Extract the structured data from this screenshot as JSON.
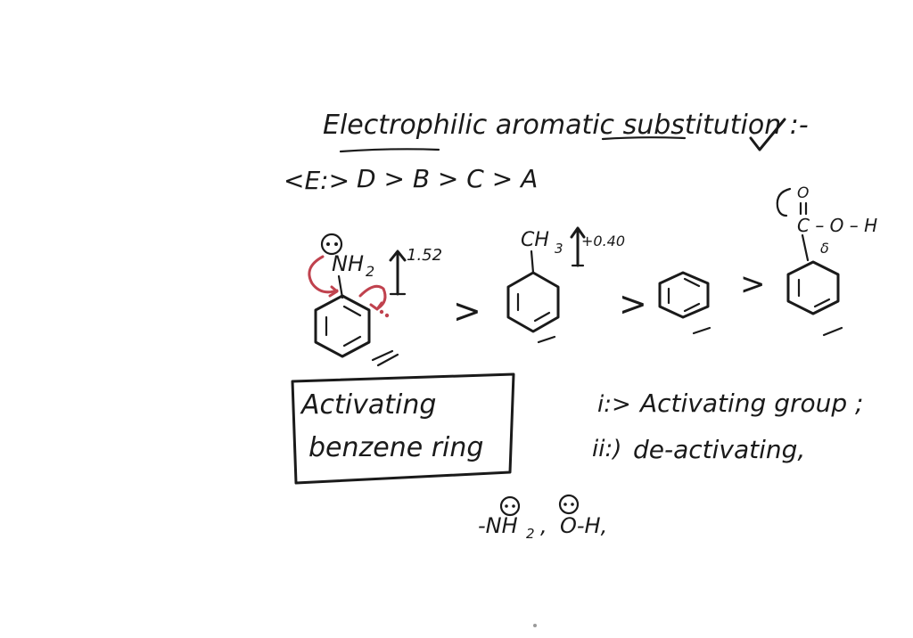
{
  "title": "Electrophilic aromatic substitution :-",
  "order_label": "<E:>",
  "order": "D > B > C > A",
  "molecules": {
    "aniline": {
      "group": "NH",
      "subscript": "2",
      "value": "1.52"
    },
    "toluene": {
      "group": "CH",
      "subscript": "3",
      "value": "+0.40"
    },
    "acid": {
      "carbonyl_o": "O",
      "chain": "C – O – H",
      "delta": "δ"
    }
  },
  "comparators": [
    ">",
    ">",
    ">"
  ],
  "box": {
    "line1": "Activating",
    "line2": "benzene ring"
  },
  "notes": {
    "item1_marker": "i:>",
    "item1_text": "Activating group ;",
    "item2_marker": "ii:)",
    "item2_text": "de-activating,"
  },
  "groups": {
    "nh2": "-NH",
    "nh2_sub": "2",
    "sep": ",",
    "oh": "O-H,"
  },
  "colors": {
    "ink": "#1a1a1a",
    "annotation": "#c0424e",
    "background": "#ffffff"
  }
}
